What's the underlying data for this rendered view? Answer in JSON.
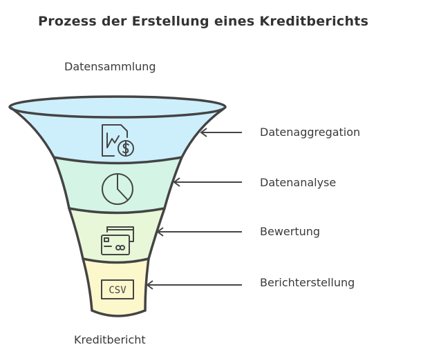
{
  "title": "Prozess der Erstellung eines Kreditberichts",
  "input_label": "Datensammlung",
  "output_label": "Kreditbericht",
  "stages": [
    {
      "label": "Datenaggregation",
      "icon": "financial-report-icon",
      "color": "#cdeffb"
    },
    {
      "label": "Datenanalyse",
      "icon": "pie-chart-icon",
      "color": "#d4f4e6"
    },
    {
      "label": "Bewertung",
      "icon": "credit-cards-icon",
      "color": "#e8f7d8"
    },
    {
      "label": "Berichterstellung",
      "icon": "csv-file-icon",
      "icon_text": "CSV",
      "color": "#fdf8cc"
    }
  ]
}
